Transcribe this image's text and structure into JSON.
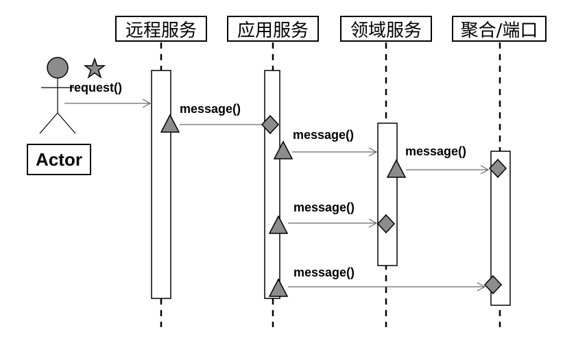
{
  "lanes": [
    {
      "title": "远程服务"
    },
    {
      "title": "应用服务"
    },
    {
      "title": "领域服务"
    },
    {
      "title": "聚合/端口"
    }
  ],
  "actor": {
    "label": "Actor"
  },
  "messages": [
    {
      "label": "request()"
    },
    {
      "label": "message()"
    },
    {
      "label": "message()"
    },
    {
      "label": "message()"
    },
    {
      "label": "message()"
    },
    {
      "label": "message()"
    }
  ],
  "colors": {
    "line": "#000000",
    "marker_fill": "#8c8c8c",
    "arrow": "#666666"
  }
}
